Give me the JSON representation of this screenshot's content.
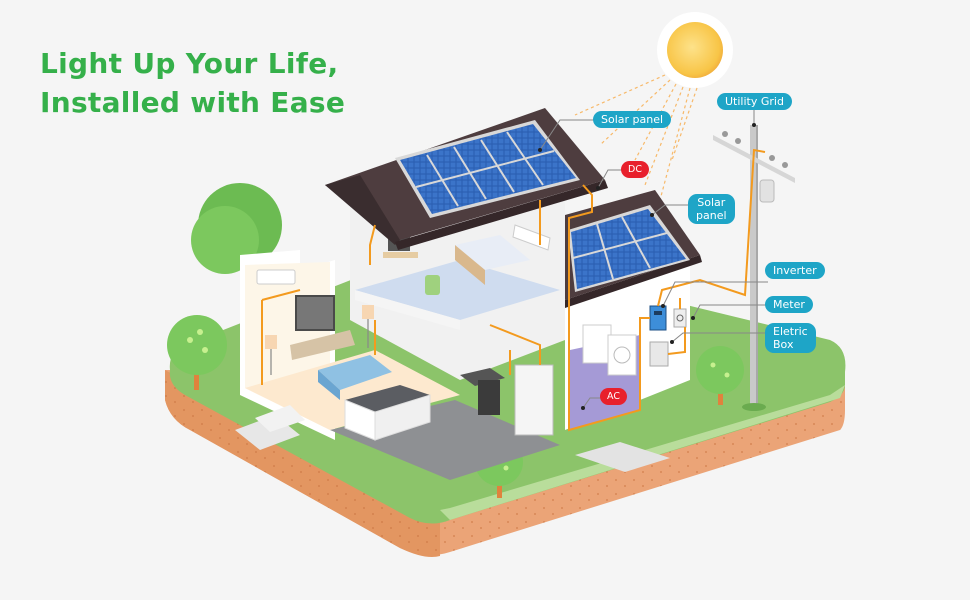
{
  "headline": {
    "line1": "Light Up Your Life,",
    "line2": "Installed with Ease",
    "color": "#35b04a"
  },
  "labels": {
    "solar_panel_top": "Solar panel",
    "dc": "DC",
    "utility_grid": "Utility Grid",
    "solar_panel_side_1": "Solar",
    "solar_panel_side_2": "panel",
    "inverter": "Inverter",
    "meter": "Meter",
    "electric_box_1": "Eletric",
    "electric_box_2": "Box",
    "ac": "AC"
  },
  "colors": {
    "background": "#f5f5f5",
    "label_blue": "#1ea5c7",
    "label_red": "#e8202c",
    "wire_orange": "#f39a1e",
    "grass": "#8cc46a",
    "soil": "#eba477",
    "roof": "#4e3d3f",
    "panel": "#2a5db0",
    "sun": "#f8c547"
  },
  "icons": [
    "sun-icon",
    "solar-panel-icon",
    "utility-pole-icon",
    "inverter-icon",
    "meter-icon",
    "electric-box-icon",
    "tree-icon"
  ]
}
